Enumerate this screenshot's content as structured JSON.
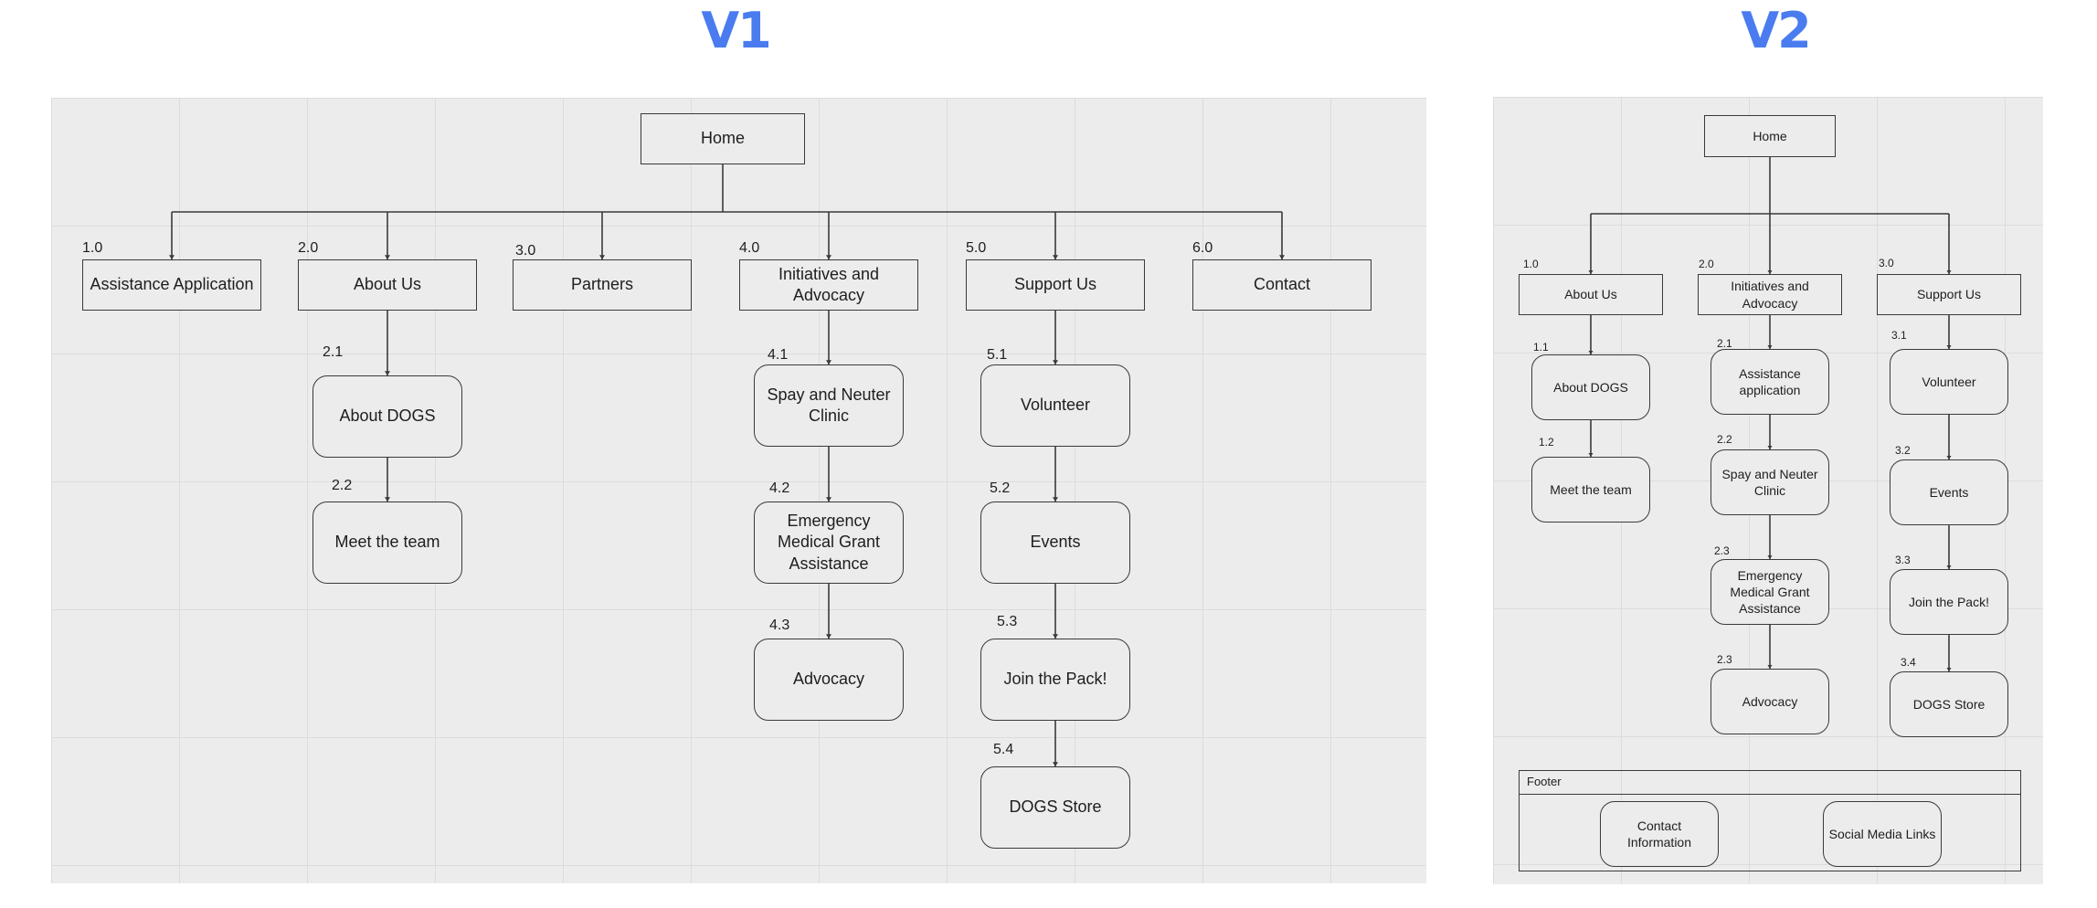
{
  "v1": {
    "title": "V1",
    "home": "Home",
    "sections": [
      {
        "num": "1.0",
        "label": "Assistance Application",
        "children": []
      },
      {
        "num": "2.0",
        "label": "About Us",
        "children": [
          {
            "num": "2.1",
            "label": "About DOGS"
          },
          {
            "num": "2.2",
            "label": "Meet the team"
          }
        ]
      },
      {
        "num": "3.0",
        "label": "Partners",
        "children": []
      },
      {
        "num": "4.0",
        "label": "Initiatives and Advocacy",
        "children": [
          {
            "num": "4.1",
            "label": "Spay and Neuter Clinic"
          },
          {
            "num": "4.2",
            "label": "Emergency Medical Grant Assistance"
          },
          {
            "num": "4.3",
            "label": "Advocacy"
          }
        ]
      },
      {
        "num": "5.0",
        "label": "Support Us",
        "children": [
          {
            "num": "5.1",
            "label": "Volunteer"
          },
          {
            "num": "5.2",
            "label": "Events"
          },
          {
            "num": "5.3",
            "label": "Join the Pack!"
          },
          {
            "num": "5.4",
            "label": "DOGS Store"
          }
        ]
      },
      {
        "num": "6.0",
        "label": "Contact",
        "children": []
      }
    ]
  },
  "v2": {
    "title": "V2",
    "home": "Home",
    "sections": [
      {
        "num": "1.0",
        "label": "About Us",
        "children": [
          {
            "num": "1.1",
            "label": "About DOGS"
          },
          {
            "num": "1.2",
            "label": "Meet the team"
          }
        ]
      },
      {
        "num": "2.0",
        "label": "Initiatives and Advocacy",
        "children": [
          {
            "num": "2.1",
            "label": "Assistance application"
          },
          {
            "num": "2.2",
            "label": "Spay and Neuter Clinic"
          },
          {
            "num": "2.3",
            "label": "Emergency Medical Grant Assistance"
          },
          {
            "num": "2.3",
            "label": "Advocacy"
          }
        ]
      },
      {
        "num": "3.0",
        "label": "Support Us",
        "children": [
          {
            "num": "3.1",
            "label": "Volunteer"
          },
          {
            "num": "3.2",
            "label": "Events"
          },
          {
            "num": "3.3",
            "label": "Join the Pack!"
          },
          {
            "num": "3.4",
            "label": "DOGS Store"
          }
        ]
      }
    ],
    "footer": {
      "label": "Footer",
      "items": [
        "Contact Information",
        "Social Media Links"
      ]
    }
  }
}
